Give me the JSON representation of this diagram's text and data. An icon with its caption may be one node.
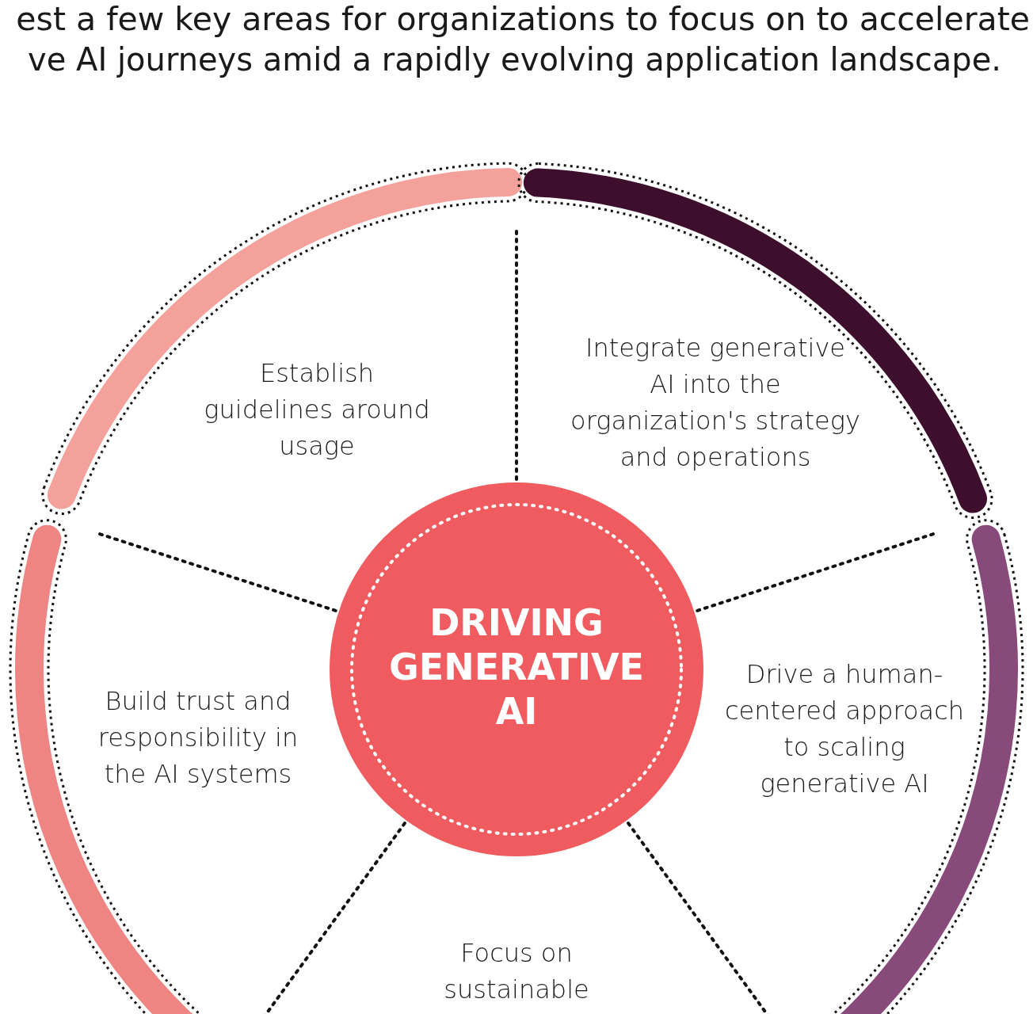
{
  "diagram": {
    "nodes": [
      {
        "text": [
          "DRIVING GENERATIVE AI"
        ]
      },
      {
        "text": [
          "Establish guidelines around usage"
        ]
      },
      {
        "text": [
          "Integrate generative AI into the organization's strategy and operations"
        ]
      },
      {
        "text": [
          "Drive a human-centered approach to scaling generative AI"
        ]
      },
      {
        "text": [
          "Focus on sustainable"
        ]
      },
      {
        "text": [
          "Build trust and responsibility in the AI systems"
        ]
      }
    ],
    "edges": [],
    "labels": [
      "est a few key areas for organizations to focus on to accelerate",
      "ve AI journeys amid a rapidly evolving application landscape."
    ]
  }
}
